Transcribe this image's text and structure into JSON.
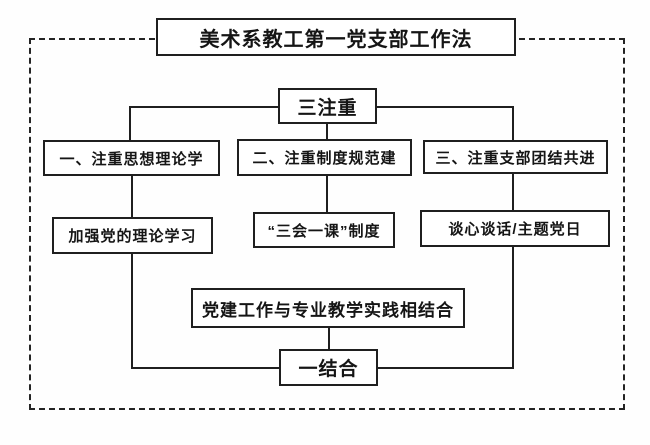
{
  "diagram": {
    "title": "美术系教工第一党支部工作法",
    "top_node": "三注重",
    "branches": [
      {
        "heading": "一、注重思想理论学",
        "detail": "加强党的理论学习"
      },
      {
        "heading": "二、注重制度规范建",
        "detail": "“三会一课”制度"
      },
      {
        "heading": "三、注重支部团结共进",
        "detail": "谈心谈话/主题党日"
      }
    ],
    "integration": "党建工作与专业教学实践相结合",
    "bottom_node": "一结合",
    "colors": {
      "line": "#1f1f1f",
      "background": "#ffffff",
      "text": "#151515"
    }
  }
}
